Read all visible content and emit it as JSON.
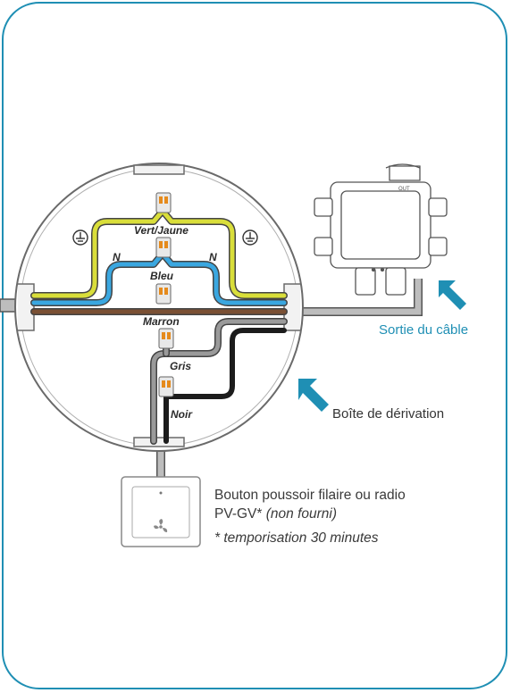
{
  "labels": {
    "vert_jaune": "Vert/Jaune",
    "neutral_left": "N",
    "neutral_right": "N",
    "bleu": "Bleu",
    "marron": "Marron",
    "gris": "Gris",
    "noir": "Noir",
    "out": "OUT"
  },
  "callouts": {
    "sortie": "Sortie du câble",
    "boite": "Boîte de dérivation"
  },
  "button_note": {
    "line1": "Bouton poussoir filaire ou radio",
    "line2_plain": "PV-GV*",
    "line2_italic": "(non fourni)",
    "footnote": "* temporisation 30 minutes"
  },
  "colors": {
    "frame": "#1f8fb4",
    "callout": "#1f8fb4",
    "vert_jaune": "#d9de3a",
    "bleu": "#3aa7e0",
    "marron": "#7a5034",
    "gris": "#9a9a9a",
    "noir": "#1c1c1c"
  },
  "icons": [
    "earth-ground-icon",
    "fan-icon",
    "arrow-icon"
  ]
}
